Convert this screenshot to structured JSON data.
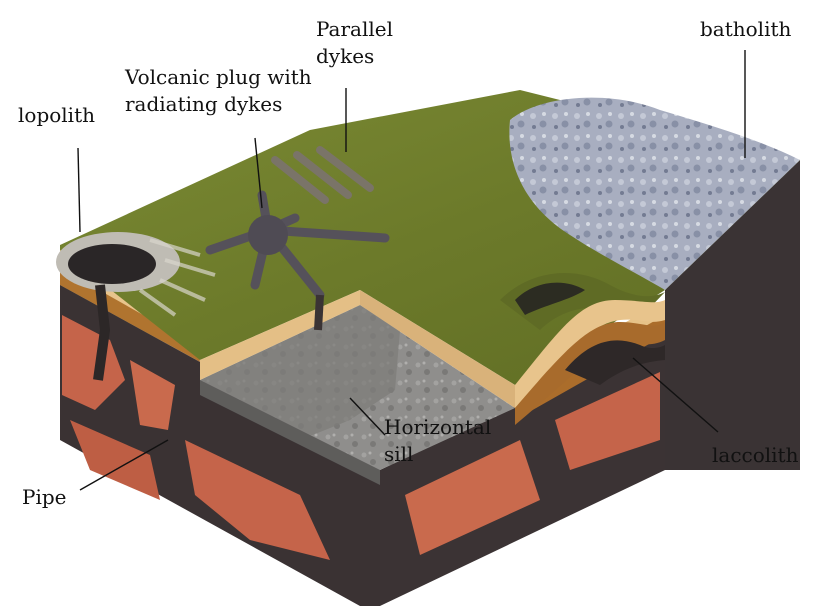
{
  "labels": {
    "lopolith": "lopolith",
    "plug_line1": "Volcanic plug with",
    "plug_line2": "radiating dykes",
    "parallel_line1": "Parallel",
    "parallel_line2": "dykes",
    "batholith": "batholith",
    "sill_line1": "Horizontal",
    "sill_line2": "sill",
    "laccolith": "laccolith",
    "pipe": "Pipe"
  },
  "colors": {
    "grass": "#6f7a2c",
    "sand": "#e9c58e",
    "brown_layer": "#a86b2c",
    "dark_rock": "#3a3334",
    "red_rock": "#c7664a",
    "grey_rock": "#8d8c8a",
    "batholith": "#a7adbf"
  }
}
